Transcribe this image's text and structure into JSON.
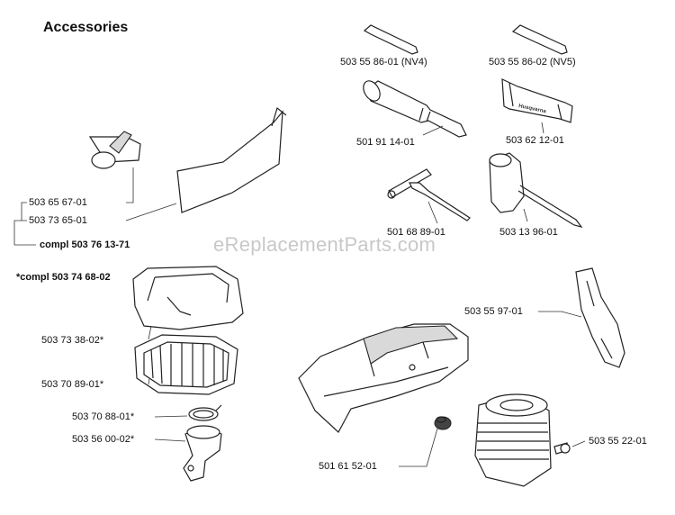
{
  "title": "Accessories",
  "watermark": "eReplacementParts.com",
  "parts": {
    "hex_key_nv4": "503 55 86-01 (NV4)",
    "hex_key_nv5": "503 55 86-02 (NV5)",
    "grease_gun": "501 91 14-01",
    "bar_cover": "503 62 12-01",
    "t_wrench": "501 68 89-01",
    "combi_spanner": "503 13 96-01",
    "clip": "503 65 67-01",
    "guard_sheet": "503 73 65-01",
    "compl_1": "compl 503 76 13-71",
    "compl_2": "*compl 503 74 68-02",
    "filter_cover": "503 73 38-02*",
    "air_filter": "503 70 89-01*",
    "clamp": "503 70 88-01*",
    "intake_elbow": "503 56 00-02*",
    "cylinder_cover": "501 61 52-01",
    "chain_guard": "503 55 97-01",
    "cylinder_screw": "503 55 22-01"
  },
  "logo_text": "Husqvarna"
}
